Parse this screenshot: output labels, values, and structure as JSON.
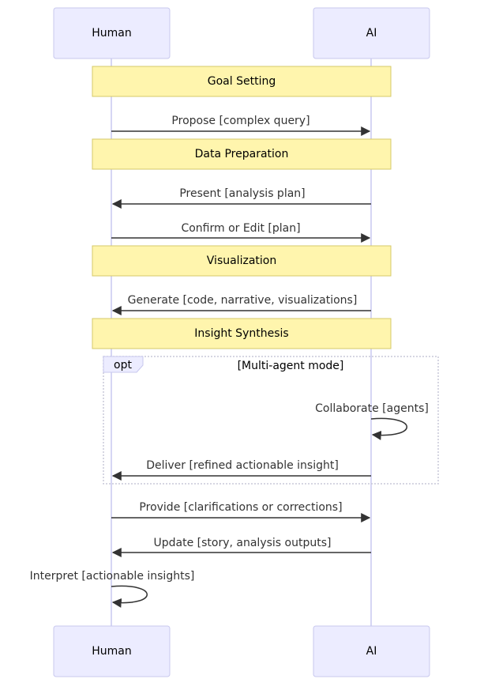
{
  "actors": {
    "human": "Human",
    "ai": "AI"
  },
  "notes": {
    "goal_setting": "Goal Setting",
    "data_preparation": "Data Preparation",
    "visualization": "Visualization",
    "insight_synthesis": "Insight Synthesis"
  },
  "messages": {
    "propose": "Propose [complex query]",
    "present": "Present [analysis plan]",
    "confirm": "Confirm or Edit [plan]",
    "generate": "Generate [code, narrative, visualizations]",
    "collaborate": "Collaborate [agents]",
    "deliver": "Deliver [refined actionable insight]",
    "provide": "Provide [clarifications or corrections]",
    "update": "Update [story, analysis outputs]",
    "interpret": "Interpret [actionable insights]"
  },
  "opt_block": {
    "tag": "opt",
    "condition": "[Multi-agent mode]"
  },
  "colors": {
    "actor_fill": "#ececff",
    "note_fill": "#fff5ad",
    "line": "#333333"
  }
}
